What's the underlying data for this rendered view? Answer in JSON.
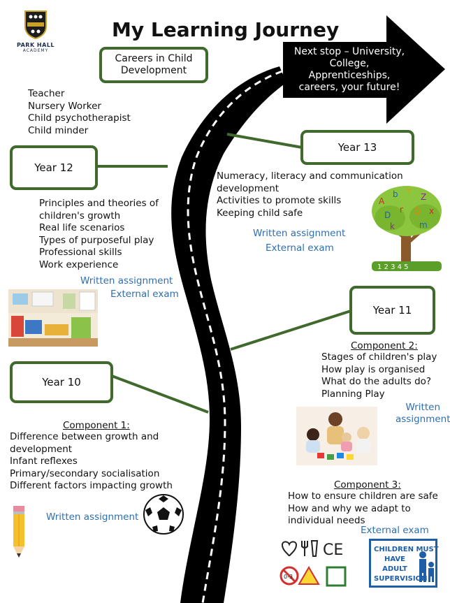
{
  "header": {
    "title": "My Learning Journey",
    "school_name": "PARK HALL",
    "school_subtitle": "ACADEMY"
  },
  "arrow": {
    "lines": [
      "Next stop – University,",
      "College,",
      "Apprenticeships,",
      "careers, your future!"
    ]
  },
  "careers": {
    "box_label": "Careers in Child Development",
    "items": [
      "Teacher",
      "Nursery Worker",
      "Child psychotherapist",
      "Child minder"
    ]
  },
  "year13": {
    "label": "Year 13",
    "topics": [
      "Numeracy, literacy and communication",
      "development",
      "Activities to promote skills",
      "Keeping child safe"
    ],
    "assess1": "Written assignment",
    "assess2": "External exam"
  },
  "year12": {
    "label": "Year 12",
    "topics": [
      "Principles and theories of",
      "children's growth",
      "Real life scenarios",
      "Types of purposeful play",
      "Professional skills",
      "Work experience"
    ],
    "assess1": "Written assignment",
    "assess2": "External exam"
  },
  "year11": {
    "label": "Year 11",
    "component_title": "Component 2:",
    "topics": [
      "Stages of children's play",
      "How play is organised",
      "What do the adults do?",
      "Planning Play"
    ],
    "assess_line1": "Written",
    "assess_line2": "assignment"
  },
  "year10": {
    "label": "Year 10",
    "component_title": "Component 1:",
    "topics": [
      "Difference between growth and",
      "development",
      "Infant reflexes",
      "Primary/secondary socialisation",
      "Different factors impacting growth"
    ],
    "assess": "Written assignment"
  },
  "component3": {
    "title": "Component 3:",
    "topics": [
      "How to ensure children are safe",
      "How and why we adapt to",
      "individual needs"
    ],
    "assess": "External exam"
  },
  "safety_sign": {
    "lines": [
      "CHILDREN MUST",
      "HAVE ADULT",
      "SUPERVISION"
    ]
  },
  "symbols": {
    "ce_mark": "CE",
    "age_warning": "0-3"
  },
  "colors": {
    "box_border": "#3f6a2c",
    "accent_blue": "#2e6fb0",
    "road": "#000000"
  }
}
